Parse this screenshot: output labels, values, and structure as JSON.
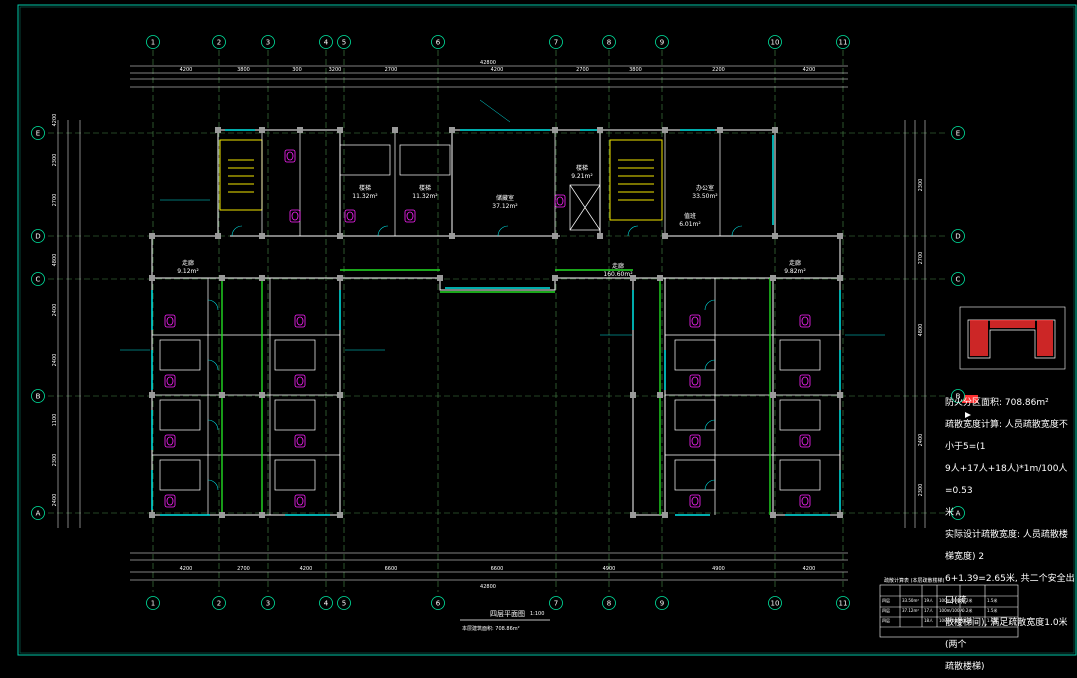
{
  "axes": {
    "top": [
      "1",
      "2",
      "3",
      "4",
      "5",
      "6",
      "7",
      "8",
      "9",
      "10",
      "11"
    ],
    "left": [
      "E",
      "D",
      "C",
      "B",
      "A"
    ],
    "right": [
      "E",
      "D",
      "C",
      "B",
      "A"
    ]
  },
  "dims": {
    "overall": "42800",
    "top_row": [
      "4200",
      "3800",
      "300",
      "3200",
      "2700",
      "4200",
      "2700",
      "3800",
      "2200",
      "4200"
    ],
    "bottom_row": [
      "4200",
      "2700",
      "4200",
      "6600",
      "6600",
      "4900",
      "4900",
      "4200"
    ],
    "left_side": [
      "4200",
      "2300",
      "2700",
      "4800",
      "2400",
      "2400",
      "1100",
      "2300",
      "2400"
    ],
    "right_side": [
      "2300",
      "2700",
      "4800",
      "2400",
      "2300"
    ]
  },
  "rooms": [
    {
      "label": "楼梯",
      "area": "11.32m²"
    },
    {
      "label": "楼梯",
      "area": "11.32m²"
    },
    {
      "label": "储藏室",
      "area": "37.12m²"
    },
    {
      "label": "楼梯",
      "area": "9.21m²"
    },
    {
      "label": "办公室",
      "area": "33.50m²"
    },
    {
      "label": "值班",
      "area": "6.01m²"
    },
    {
      "label": "走廊",
      "area": "9.12m²"
    },
    {
      "label": "走廊",
      "area": "160.60m²"
    },
    {
      "label": "走廊",
      "area": "9.82m²"
    }
  ],
  "title": {
    "main": "四层平面图",
    "scale": "1:100",
    "sub": "本层建筑面积: 708.86m²"
  },
  "notes": [
    "防火分区面积: 708.86m²",
    "疏散宽度计算: 人员疏散宽度不小于5=(1",
    "9人+17人+18人)*1m/100人=0.53",
    "米",
    "实际设计疏散宽度: 人员疏散楼梯宽度) 2",
    "6+1.39=2.65米, 共二个安全出口(疏",
    "散楼梯间), 满足疏散宽度1.0米(两个",
    "疏散楼梯)"
  ],
  "table": {
    "title": "疏散计算表 (本层疏散楼梯)",
    "rows": [
      [
        "四层",
        "33.50m²",
        "19人",
        "100m/100人",
        "0.2米",
        "1.5米"
      ],
      [
        "四层",
        "37.12m²",
        "17人",
        "100m/100人",
        "0.2米",
        "1.5米"
      ],
      [
        "四层",
        "",
        "18人",
        "100m/100人",
        "0.2米",
        "1.5米"
      ]
    ]
  }
}
